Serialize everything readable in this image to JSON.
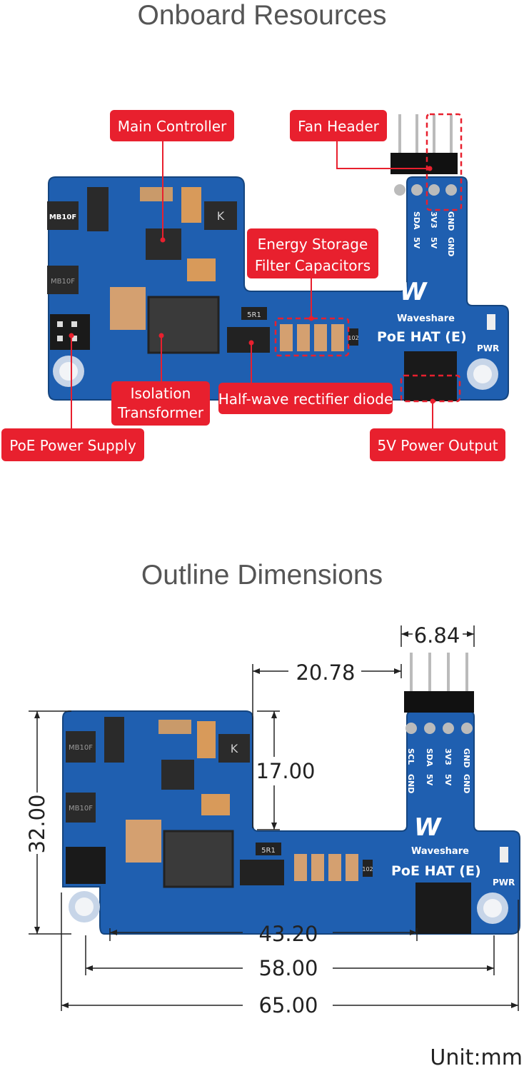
{
  "section1": {
    "title": "Onboard Resources"
  },
  "section2": {
    "title": "Outline Dimensions"
  },
  "callouts": {
    "main_controller": "Main Controller",
    "fan_header": "Fan Header",
    "energy_line1": "Energy Storage",
    "energy_line2": "Filter Capacitors",
    "isolation_line1": "Isolation",
    "isolation_line2": "Transformer",
    "rectifier": "Half-wave rectifier diode",
    "poe_supply": "PoE Power Supply",
    "power_output": "5V Power Output"
  },
  "board": {
    "brand": "Waveshare",
    "model": "PoE HAT (E)",
    "pwr": "PWR",
    "bridge": "MB10F",
    "resistor": "5R1",
    "res102": "102",
    "diode_k": "K",
    "pins": [
      "SCL",
      "SDA",
      "3V3",
      "GND"
    ],
    "pins2": [
      "GND",
      "5V",
      "5V",
      "GND"
    ]
  },
  "dimensions": {
    "d1": "6.84",
    "d2": "20.78",
    "d3": "17.00",
    "d4": "32.00",
    "d5": "43.20",
    "d6": "58.00",
    "d7": "65.00"
  },
  "unit": "Unit:mm",
  "colors": {
    "pcb": "#1f5fb0",
    "callout": "#e8202e",
    "silk": "#ffffff"
  }
}
